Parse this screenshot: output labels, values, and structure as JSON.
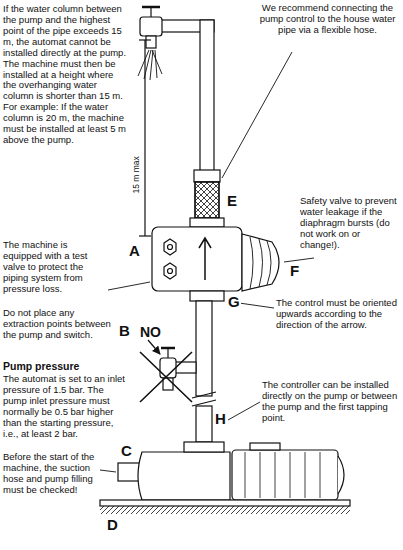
{
  "diagram": {
    "labels": [
      "If the water column between the pump and the highest point of the pipe exceeds 15 m, the automat cannot be installed directly at the pump. The machine must then be installed at a height where the overhanging water column is shorter than 15 m. For example: If the water column is 20 m, the machine must be installed at least 5 m above the pump.",
      "We recommend connecting the pump control to the house water pipe via a flexible hose.",
      "15 m max",
      "E",
      "A",
      "The machine is equipped with a test valve to protect the piping system from pressure loss.",
      "Safety valve to prevent water leakage if the diaphragm bursts (do not work on or change!).",
      "F",
      "G",
      "Do not place any extraction points between the pump and switch.",
      "The control must be oriented upwards according to the direction of the arrow.",
      "B",
      "NO",
      "Pump pressure",
      "The automat is set to an inlet pressure of 1.5 bar. The pump inlet pressure must normally be 0.5 bar higher than the starting pressure, i.e., at least 2 bar.",
      "The controller can be installed directly on the pump or between the pump and the first tapping point.",
      "H",
      "C",
      "Before the start of the machine, the suction hose and pump filling must be checked!",
      "D"
    ]
  }
}
